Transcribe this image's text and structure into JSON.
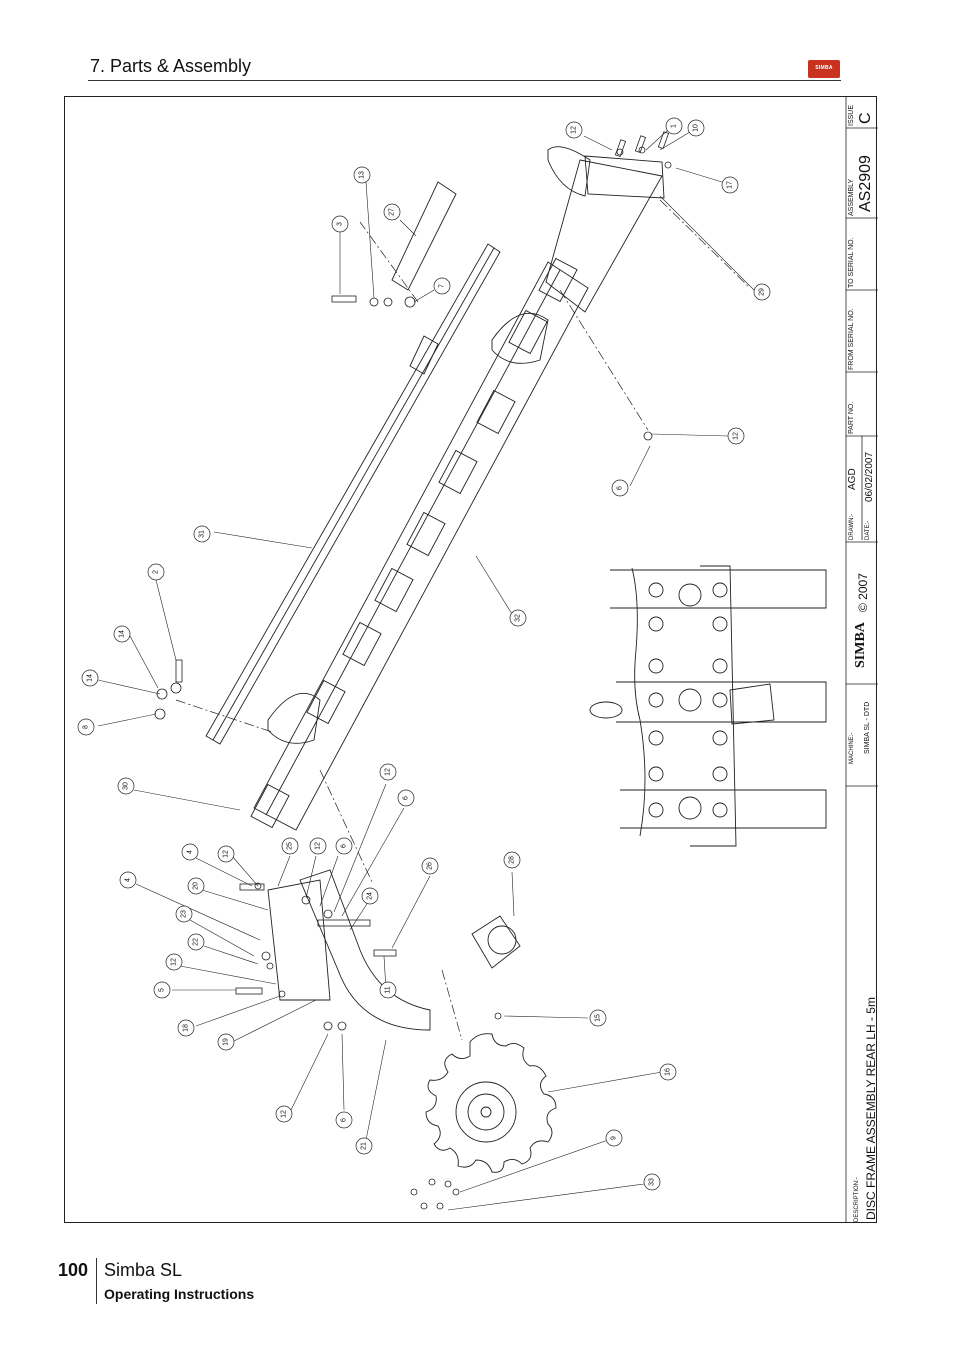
{
  "header": {
    "section_title": "7. Parts & Assembly",
    "logo_text": "SIMBA"
  },
  "title_block": {
    "description_label": "DESCRIPTION:-",
    "description": "DISC FRAME ASSEMBLY REAR LH - 5m",
    "machine_label": "MACHINE:-",
    "machine": "SIMBA SL - DTD",
    "brand": "SIMBA",
    "copyright": "© 2007",
    "drawn_label": "DRAWN:-",
    "drawn_by": "AGD",
    "date_label": "DATE:-",
    "date": "06/02/2007",
    "part_no_label": "PART NO.",
    "from_serial_label": "FROM SERIAL NO.",
    "to_serial_label": "TO SERIAL NO.",
    "assembly_label": "ASSEMBLY",
    "assembly": "AS2909",
    "issue_label": "ISSUE",
    "issue": "C"
  },
  "callouts": [
    {
      "n": "12"
    },
    {
      "n": "1"
    },
    {
      "n": "10"
    },
    {
      "n": "17"
    },
    {
      "n": "13"
    },
    {
      "n": "27"
    },
    {
      "n": "3"
    },
    {
      "n": "7"
    },
    {
      "n": "29"
    },
    {
      "n": "12"
    },
    {
      "n": "6"
    },
    {
      "n": "31"
    },
    {
      "n": "2"
    },
    {
      "n": "32"
    },
    {
      "n": "14"
    },
    {
      "n": "14"
    },
    {
      "n": "8"
    },
    {
      "n": "30"
    },
    {
      "n": "12"
    },
    {
      "n": "6"
    },
    {
      "n": "4"
    },
    {
      "n": "12"
    },
    {
      "n": "25"
    },
    {
      "n": "12"
    },
    {
      "n": "6"
    },
    {
      "n": "4"
    },
    {
      "n": "20"
    },
    {
      "n": "24"
    },
    {
      "n": "26"
    },
    {
      "n": "28"
    },
    {
      "n": "23"
    },
    {
      "n": "22"
    },
    {
      "n": "12"
    },
    {
      "n": "5"
    },
    {
      "n": "11"
    },
    {
      "n": "18"
    },
    {
      "n": "19"
    },
    {
      "n": "15"
    },
    {
      "n": "16"
    },
    {
      "n": "12"
    },
    {
      "n": "6"
    },
    {
      "n": "21"
    },
    {
      "n": "9"
    },
    {
      "n": "33"
    }
  ],
  "footer": {
    "page_number": "100",
    "product": "Simba SL",
    "subtitle": "Operating Instructions"
  }
}
